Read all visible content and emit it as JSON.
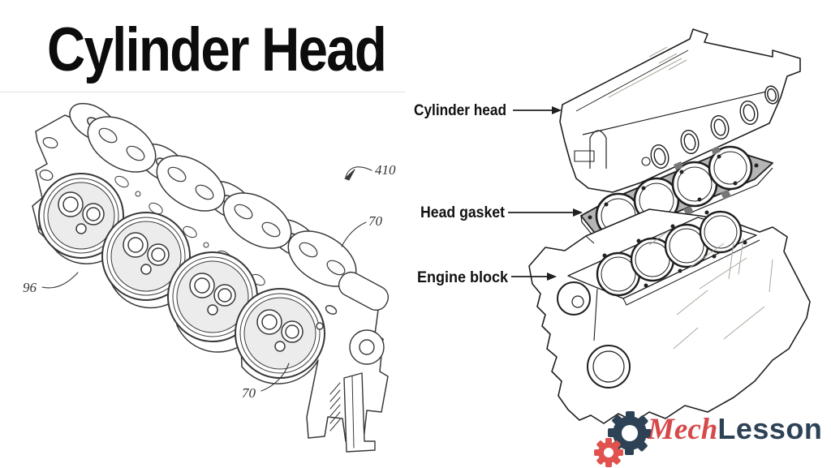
{
  "page": {
    "title": "Cylinder Head",
    "background": "#ffffff"
  },
  "patent_figure": {
    "refs": {
      "figure": "410",
      "port_upper": "70",
      "flange": "96",
      "chamber_lower": "70"
    }
  },
  "exploded_diagram": {
    "labels": {
      "cylinder_head": "Cylinder head",
      "head_gasket": "Head gasket",
      "engine_block": "Engine block"
    }
  },
  "logo": {
    "mech": "Mech",
    "lesson": "Lesson"
  },
  "colors": {
    "ink_dark": "#1f1f1f",
    "ink_patent": "#383838",
    "accent_light": "#a9a79c",
    "gasket_gray": "#b5b5b5",
    "logo_red": "#d6494b",
    "logo_navy": "#2e4256"
  }
}
